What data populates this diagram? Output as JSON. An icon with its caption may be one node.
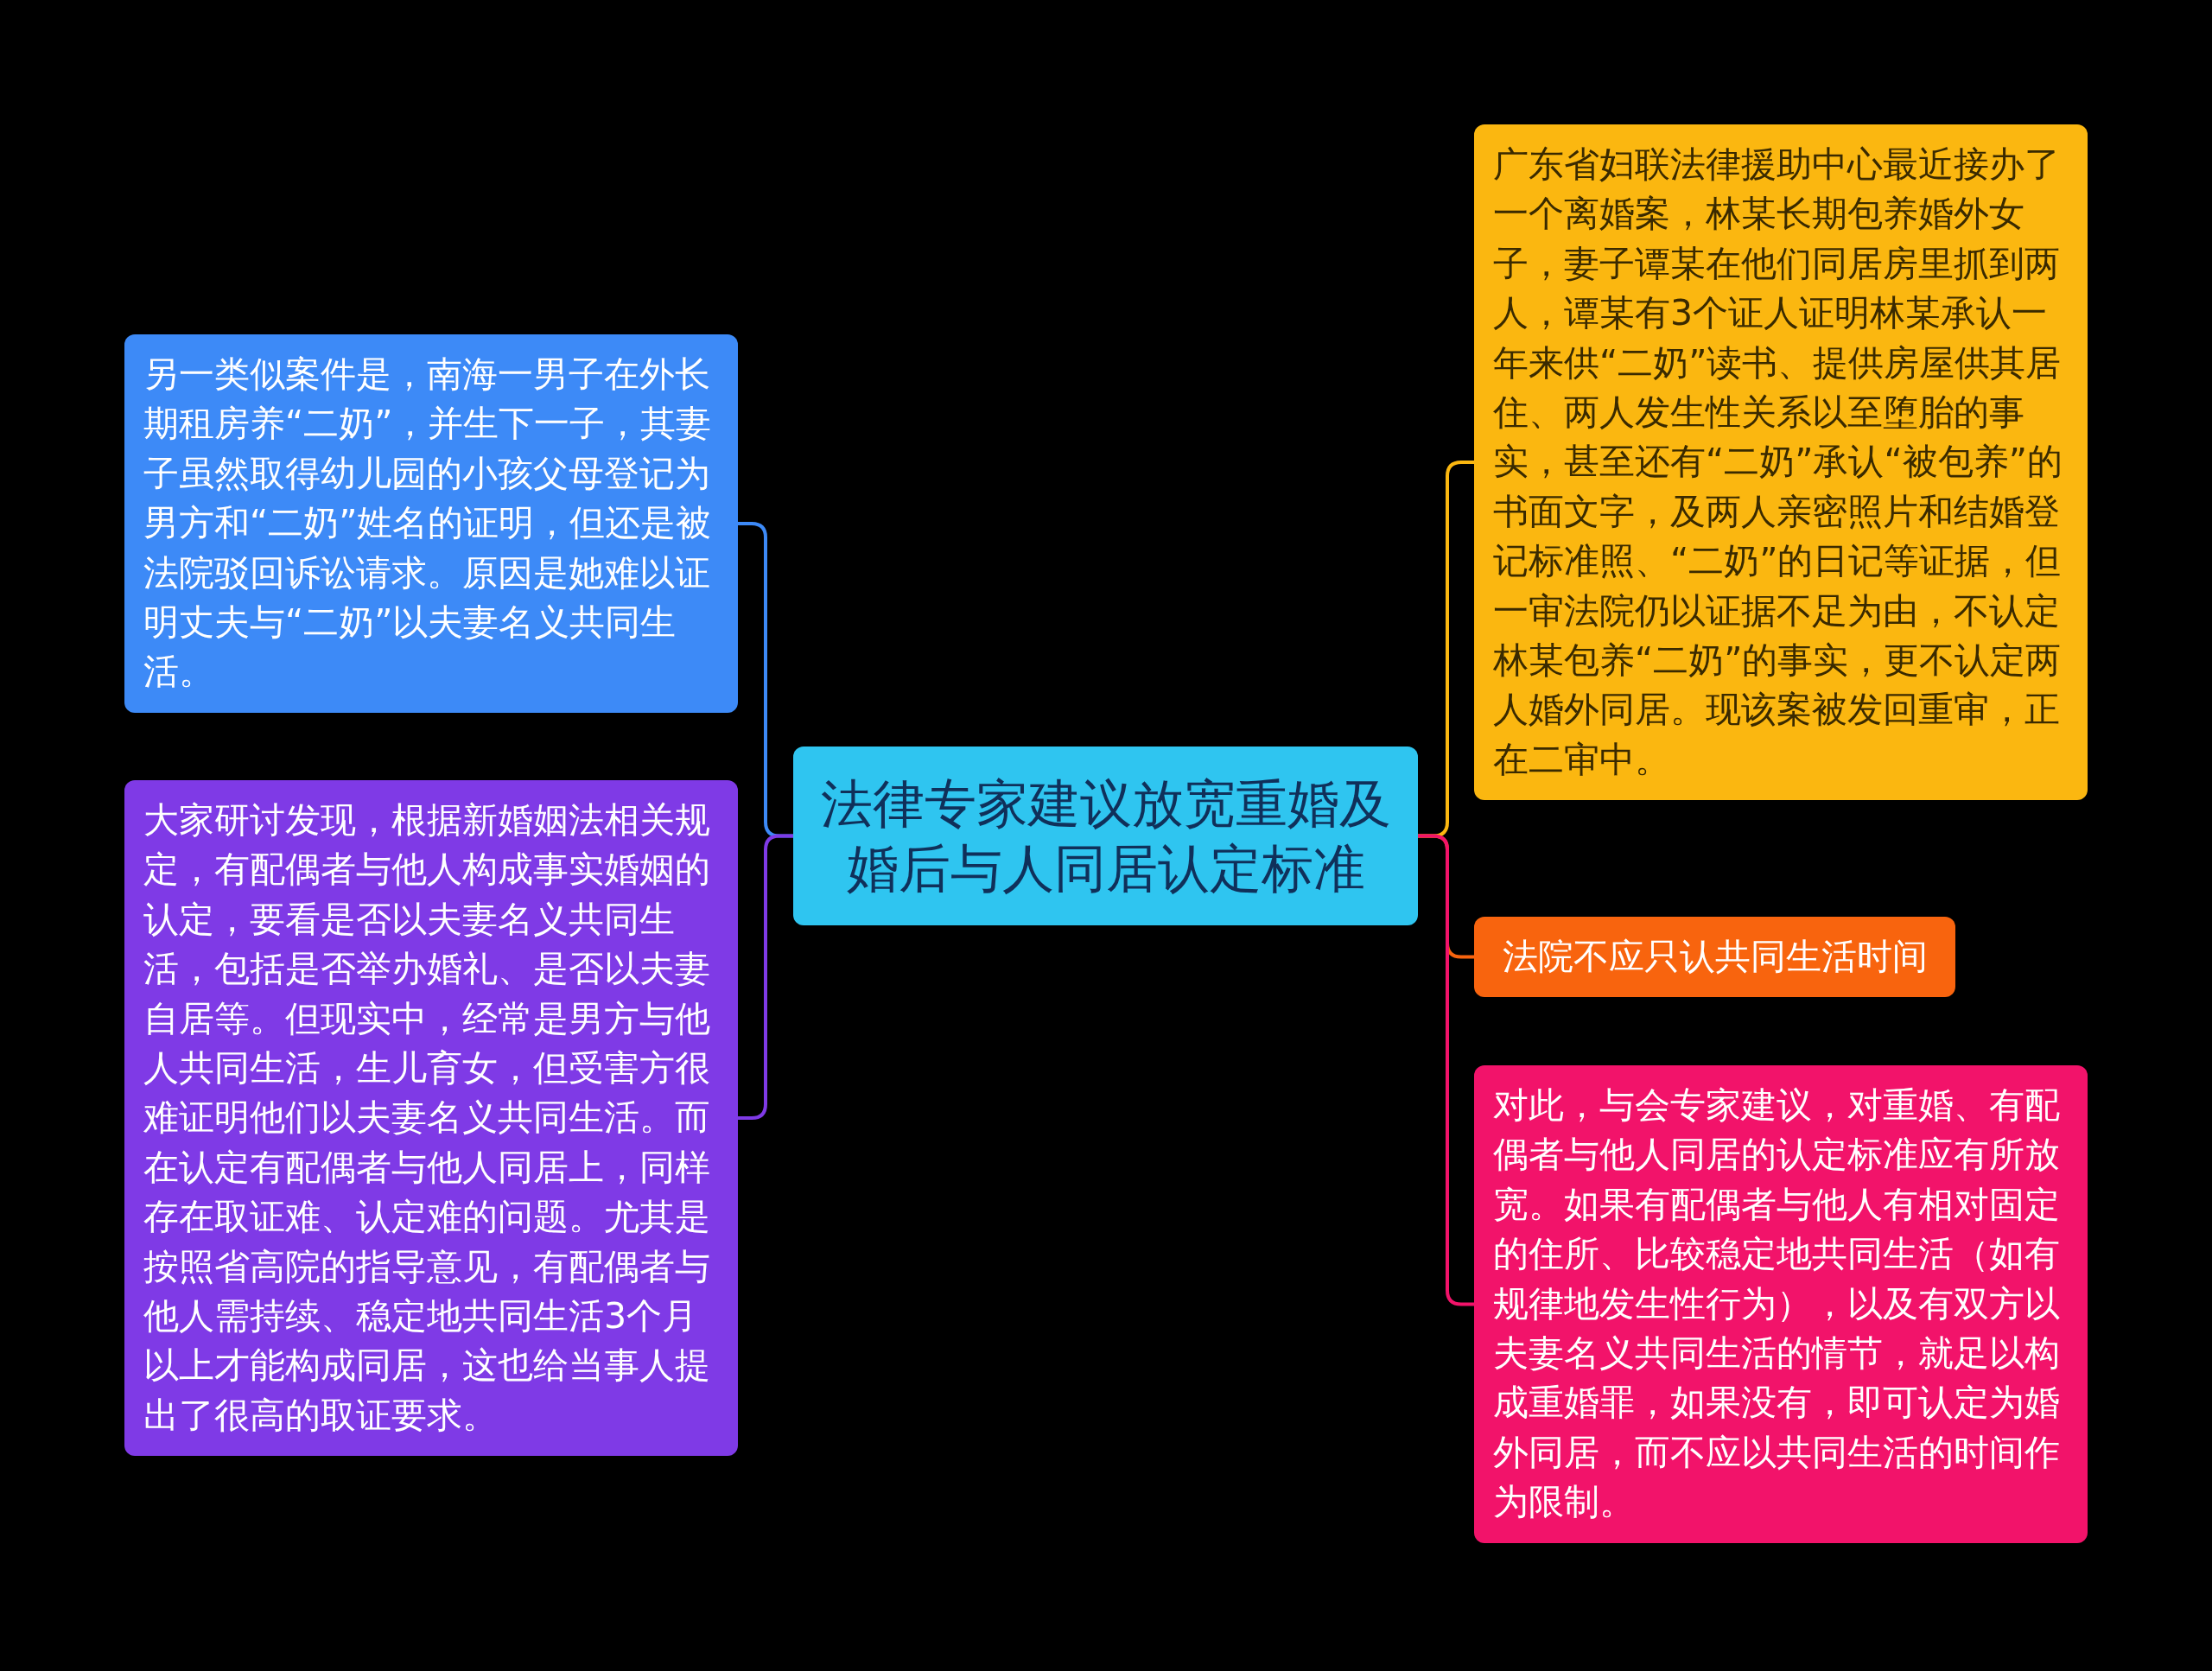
{
  "diagram": {
    "nodes": [
      {
        "text": [
          "法律专家建议放宽重婚及婚后与人同居认定标准"
        ]
      },
      {
        "text": [
          "另一类似案件是，南海一男子在外长期租房养“二奶”，并生下一子，其妻子虽然取得幼儿园的小孩父母登记为男方和“二奶”姓名的证明，但还是被法院驳回诉讼请求。原因是她难以证明丈夫与“二奶”以夫妻名义共同生活。"
        ]
      },
      {
        "text": [
          "大家研讨发现，根据新婚姻法相关规定，有配偶者与他人构成事实婚姻的认定，要看是否以夫妻名义共同生活，包括是否举办婚礼、是否以夫妻自居等。但现实中，经常是男方与他人共同生活，生儿育女，但受害方很难证明他们以夫妻名义共同生活。而在认定有配偶者与他人同居上，同样存在取证难、认定难的问题。尤其是按照省高院的指导意见，有配偶者与他人需持续、稳定地共同生活3个月以上才能构成同居，这也给当事人提出了很高的取证要求。"
        ]
      },
      {
        "text": [
          "广东省妇联法律援助中心最近接办了一个离婚案，林某长期包养婚外女子，妻子谭某在他们同居房里抓到两人，谭某有3个证人证明林某承认一年来供“二奶”读书、提供房屋供其居住、两人发生性关系以至堕胎的事实，甚至还有“二奶”承认“被包养”的书面文字，及两人亲密照片和结婚登记标准照、“二奶”的日记等证据，但一审法院仍以证据不足为由，不认定林某包养“二奶”的事实，更不认定两人婚外同居。现该案被发回重审，正在二审中。"
        ]
      },
      {
        "text": [
          "法院不应只认共同生活时间"
        ]
      },
      {
        "text": [
          "对此，与会专家建议，对重婚、有配偶者与他人同居的认定标准应有所放宽。如果有配偶者与他人有相对固定的住所、比较稳定地共同生活（如有规律地发生性行为），以及有双方以夫妻名义共同生活的情节，就足以构成重婚罪，如果没有，即可认定为婚外同居，而不应以共同生活的时间作为限制。"
        ]
      }
    ],
    "edges": [
      {
        "from": 0,
        "to": 1,
        "arrow": "none",
        "color": "#3d8af7"
      },
      {
        "from": 0,
        "to": 2,
        "arrow": "none",
        "color": "#7f3ae6"
      },
      {
        "from": 0,
        "to": 3,
        "arrow": "none",
        "color": "#fbb710"
      },
      {
        "from": 0,
        "to": 4,
        "arrow": "none",
        "color": "#f8640e"
      },
      {
        "from": 0,
        "to": 5,
        "arrow": "none",
        "color": "#f2136a"
      }
    ]
  }
}
